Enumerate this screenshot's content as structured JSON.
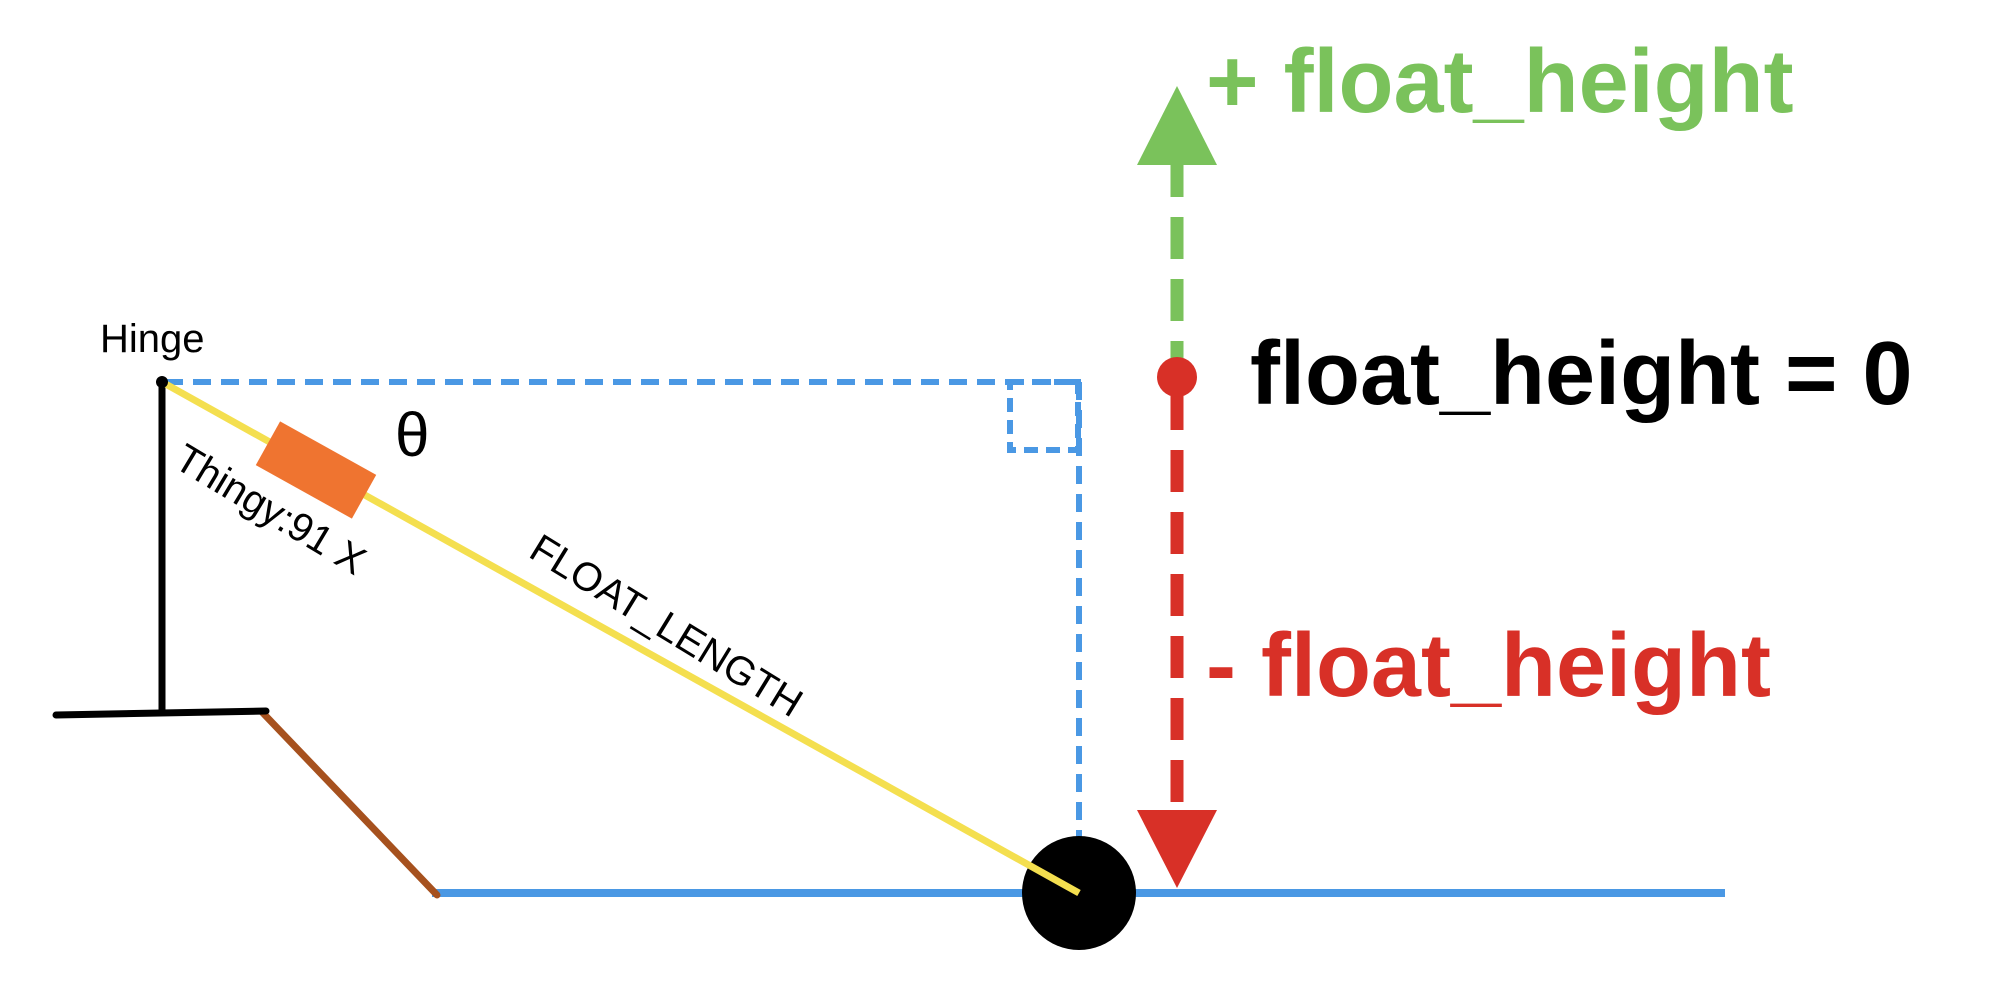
{
  "labels": {
    "hinge": "Hinge",
    "thingy": "Thingy:91 X",
    "theta": "θ",
    "float_length": "FLOAT_LENGTH",
    "plus_float_height": "+ float_height",
    "float_height_zero": "float_height = 0",
    "minus_float_height": "- float_height"
  },
  "colors": {
    "water_line": "#4a98e4",
    "dashed_guides": "#4a98e4",
    "float_arm": "#f4df4f",
    "thingy_device": "#ef7430",
    "positive": "#7ac25b",
    "negative": "#d83027",
    "hinge_post": "#000000",
    "bank": "#a6511e",
    "float_ball": "#000000"
  }
}
